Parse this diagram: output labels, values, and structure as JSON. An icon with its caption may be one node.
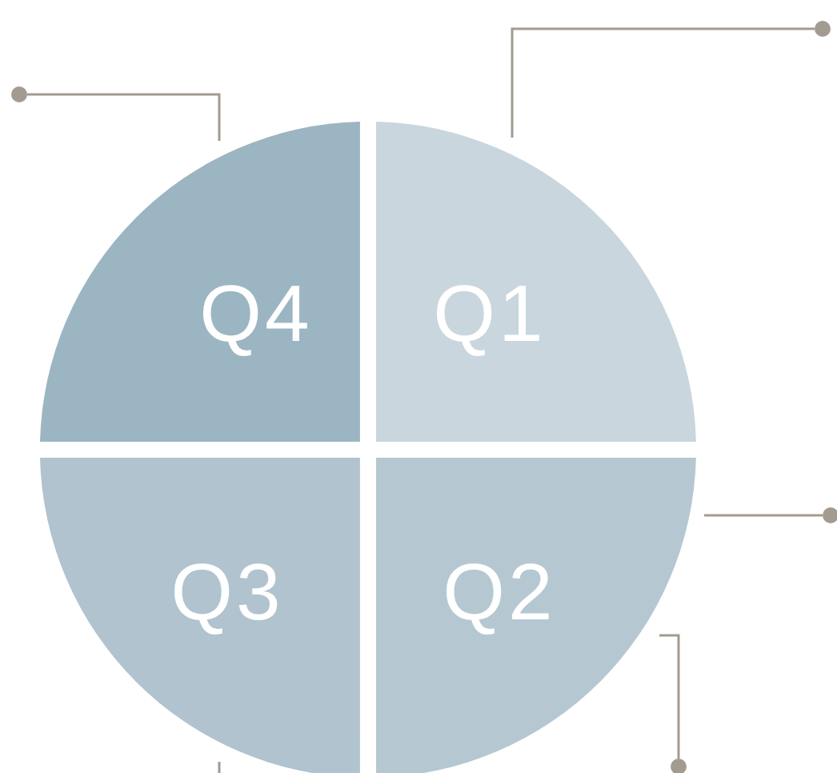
{
  "diagram": {
    "nodes": [
      {
        "text": [
          "Q4"
        ]
      },
      {
        "text": [
          "Q1"
        ]
      },
      {
        "text": [
          "Q3"
        ]
      },
      {
        "text": [
          "Q2"
        ]
      },
      {
        "text": [],
        "shape": "circle"
      },
      {
        "text": [],
        "shape": "circle"
      },
      {
        "text": [],
        "shape": "circle"
      },
      {
        "text": [],
        "shape": "circle"
      }
    ],
    "edges": [
      {
        "from": 0,
        "to": 4,
        "arrow": "none"
      },
      {
        "from": 1,
        "to": 5,
        "arrow": "none"
      },
      {
        "from": 2,
        "to": null,
        "arrow": "none"
      },
      {
        "from": 3,
        "to": 6,
        "arrow": "none"
      },
      {
        "from": 3,
        "to": 7,
        "arrow": "none"
      }
    ]
  }
}
